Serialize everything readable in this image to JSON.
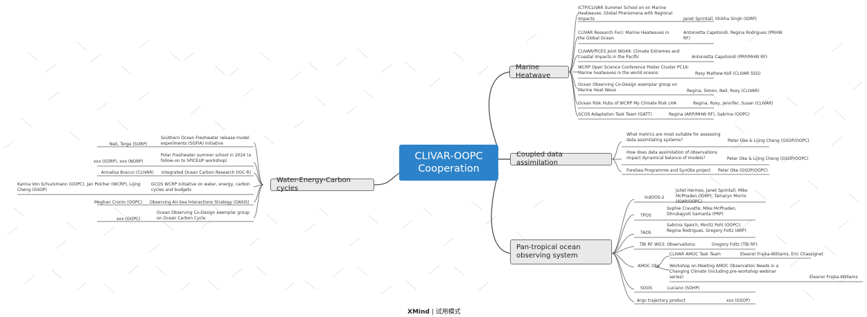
{
  "center": {
    "line1": "CLIVAR-OOPC",
    "line2": "Cooperation"
  },
  "main_topics": {
    "marine": "Marine Heatwave",
    "coupled": "Coupled data assimilation",
    "pantropical": "Pan-tropical ocean observing system",
    "wec": "Water-Energy-Carbon cycles"
  },
  "marine_items": [
    {
      "topic": "ICTP/CLIVAR Summer School on on Marine Heatwaves: Global Phenomena with Regional Impacts",
      "people": "Janet Sprintall, Shikha Singh (IORP)"
    },
    {
      "topic": "CLIVAR Research Foci: Marine Heatwaves in the Global Ocean",
      "people": "Antonietta Capotondi, Regina Rodrigues (PRHW RF)"
    },
    {
      "topic": "CLIVAR/PICES Joint WG49: Climate Extremes and Coastal Impacts in the Pacific",
      "people": "Antonietta Capotondi (PRP/MHW RF)"
    },
    {
      "topic": "WCRP Open Science Conference Poster Cluster PC16: Marine heatwaves in the world oceans",
      "people": "Roxy Mathew Koll (CLIVAR SSG)"
    },
    {
      "topic": "Ocean Observing Co-Design exemplar group on Marine Heat Wave",
      "people": "Regina, Simon, Neil, Roxy (CLIVAR)"
    },
    {
      "topic": "Ocean Risk Hubs of WCRP My Climate Risk LHA",
      "people": "Regina, Roxy, Jennifer, Susan (CLIVAR)"
    },
    {
      "topic": "GCOS Adaptation Task Team (GATT)",
      "people": "Regina (ARP/MHW RF), Sabrina (OOPC)"
    }
  ],
  "coupled_items": [
    {
      "topic": "What metrics are most suitable for assessing data assimilating systems?",
      "people": "Peter Oke & Lijing Cheng (GSOP/OOPC)"
    },
    {
      "topic": "How does data assimilation of observations impact dynamical balance of models?",
      "people": "Peter Oke & Lijing Cheng (GSOP/OOPC)"
    },
    {
      "topic": "ForeSea Programme and SynObs project",
      "people": "Peter Oke (GSOP/OOPC)"
    }
  ],
  "pantropical_items": [
    {
      "topic": "TPOS",
      "people": "Sophie Cravatte, Mike McPhaden, Dhrubajyoti Samanta (PRP)"
    },
    {
      "topic": "TAOS",
      "people": "Sabrina Speich, Moritz Pohl (OOPC); Regina Rodrigues, Gregory Foltz (ARP)"
    },
    {
      "topic": "TBI RF WG3: Observations:",
      "people": "Gregory Foltz (TBI RF)"
    },
    {
      "topic": "SOOS",
      "people": "Luciano (SOHP)"
    },
    {
      "topic": "Argo trajectory product",
      "people": "xxx (GSOP)"
    }
  ],
  "iodos": {
    "topic": "IndOOS-2",
    "people": "Juliet Hermes, Janet Sprintall, Mike McPhaden (IORP); Tamaryn Morris (IOAP/OOPC)"
  },
  "amoc": {
    "label": "AMOC Obs",
    "items": [
      {
        "topic": "CLIVAR AMOC Task Team",
        "people": "Eleanor Frajka-Williams, Eric Chassignet"
      },
      {
        "topic": "Workshop on Meeting AMOC Observation Needs in a Changing Climate (including pre-workshop webinar series)",
        "people": "Eleanor Frajka-Williams"
      }
    ]
  },
  "wec_items": [
    {
      "topic": "Southern Ocean Freshwater release model experiments (SOFIA) initiative",
      "people": "Neil, Torge (SORP)"
    },
    {
      "topic": "Polar Freshwater summer school in 2024 (a follow-on to SPICEUP workshop)",
      "people": "xxx (SORP), xxx (NORP)"
    },
    {
      "topic": "Integrated Ocean Carbon Research (IOC-R)",
      "people": "Annalisa Bracco (CLIVAR)"
    },
    {
      "topic": "GCOS WCRP initiative on water, energy, carbon cycles and budgets",
      "people": "Karina Von Schuckmann (OOPC), Jan Polcher (WCRP), Lijing Cheng (GSOP)"
    },
    {
      "topic": "Observing Air-Sea Interactions Strategy (OASIS)",
      "people": "Meghan Cronin (OOPC)"
    },
    {
      "topic": "Ocean Observing Co-Design exemplar group on Ocean Carbon Cycle",
      "people": "xxx (OOPC)"
    }
  ],
  "watermark": {
    "brand": "XMind",
    "mode": "试用模式"
  },
  "colors": {
    "center_fill": "#2d83c9",
    "topic_fill": "#e9e9e9",
    "line": "#5a5a5a",
    "watermark_dash": "#e3e3e3"
  }
}
